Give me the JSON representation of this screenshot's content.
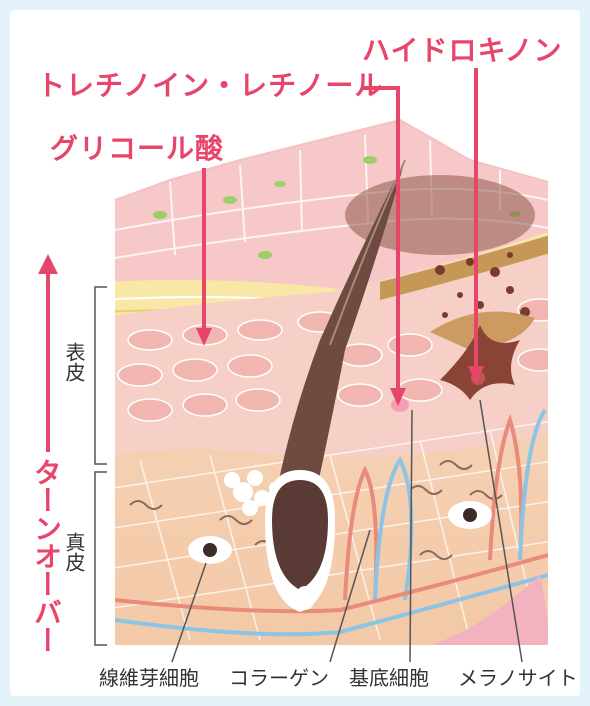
{
  "labels": {
    "tretinoin": "トレチノイン・レチノール",
    "hydroquinone": "ハイドロキノン",
    "glycolic": "グリコール酸",
    "epidermis": "表皮",
    "dermis": "真皮",
    "turnover": "ターンオーバー",
    "fibroblast": "線維芽細胞",
    "collagen": "コラーゲン",
    "basal_cell": "基底細胞",
    "melanocyte": "メラノサイト"
  },
  "colors": {
    "accent": "#e8456b",
    "background": "#e4f3fb",
    "label_text": "#333333"
  }
}
